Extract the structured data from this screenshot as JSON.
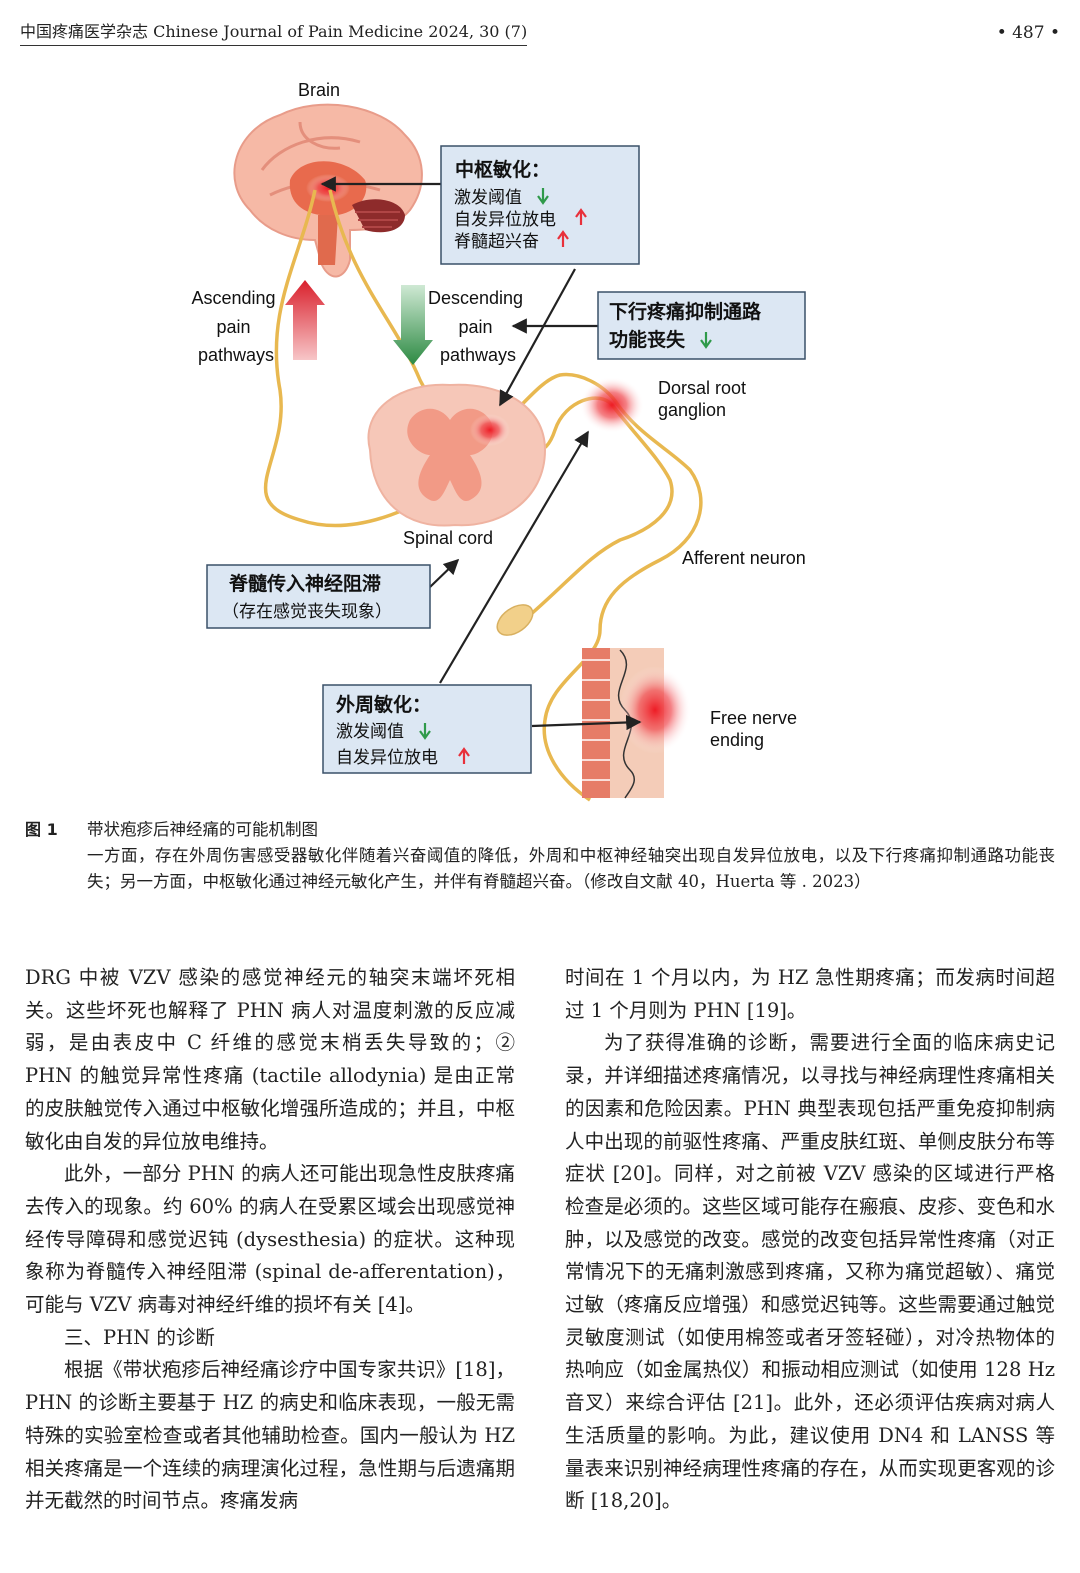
{
  "header": {
    "journal": "中国疼痛医学杂志 Chinese Journal of Pain Medicine 2024, 30 (7)",
    "page_number": "• 487 •"
  },
  "figure": {
    "labels": {
      "brain": "Brain",
      "ascending": [
        "Ascending",
        "pain",
        "pathways"
      ],
      "descending": [
        "Descending",
        "pain",
        "pathways"
      ],
      "dorsal_root": [
        "Dorsal root",
        "ganglion"
      ],
      "spinal_cord": "Spinal cord",
      "afferent": "Afferent neuron",
      "free_nerve": [
        "Free nerve",
        "ending"
      ]
    },
    "boxes": {
      "central": {
        "title": "中枢敏化：",
        "lines": [
          {
            "text": "激发阈值",
            "arrow": "down"
          },
          {
            "text": "自发异位放电",
            "arrow": "up"
          },
          {
            "text": "脊髓超兴奋",
            "arrow": "up"
          }
        ]
      },
      "descending": {
        "lines": [
          {
            "text": "下行疼痛抑制通路",
            "arrow": ""
          },
          {
            "text": "功能丧失",
            "arrow": "down"
          }
        ]
      },
      "spinal": {
        "title": "脊髓传入神经阻滞",
        "sub": "（存在感觉丧失现象）"
      },
      "peripheral": {
        "title": "外周敏化：",
        "lines": [
          {
            "text": "激发阈值",
            "arrow": "down"
          },
          {
            "text": "自发异位放电",
            "arrow": "up"
          }
        ]
      }
    },
    "colors": {
      "box_fill": "#dce7f3",
      "box_border": "#3a5068",
      "up_arrow": "#e8303a",
      "down_arrow": "#2f9a4a",
      "nerve": "#e8b850"
    }
  },
  "caption": {
    "label": "图 1",
    "title": "带状疱疹后神经痛的可能机制图",
    "body": "一方面，存在外周伤害感受器敏化伴随着兴奋阈值的降低，外周和中枢神经轴突出现自发异位放电，以及下行疼痛抑制通路功能丧失；另一方面，中枢敏化通过神经元敏化产生，并伴有脊髓超兴奋。（修改自文献 40，Huerta 等 . 2023）"
  },
  "left_column": [
    {
      "text": "DRG 中被 VZV 感染的感觉神经元的轴突末端坏死相关。这些坏死也解释了 PHN 病人对温度刺激的反应减弱，是由表皮中 C 纤维的感觉末梢丢失导致的；② PHN 的触觉异常性疼痛 (tactile allodynia) 是由正常的皮肤触觉传入通过中枢敏化增强所造成的；并且，中枢敏化由自发的异位放电维持。",
      "indent": false
    },
    {
      "text": "此外，一部分 PHN 的病人还可能出现急性皮肤疼痛去传入的现象。约 60% 的病人在受累区域会出现感觉神经传导障碍和感觉迟钝 (dysesthesia) 的症状。这种现象称为脊髓传入神经阻滞 (spinal de-afferentation)，可能与 VZV 病毒对神经纤维的损坏有关 [4]。",
      "indent": true
    },
    {
      "text": "三、PHN 的诊断",
      "indent": true
    },
    {
      "text": "根据《带状疱疹后神经痛诊疗中国专家共识》[18]，PHN 的诊断主要基于 HZ 的病史和临床表现，一般无需特殊的实验室检查或者其他辅助检查。国内一般认为 HZ 相关疼痛是一个连续的病理演化过程，急性期与后遗痛期并无截然的时间节点。疼痛发病",
      "indent": true
    }
  ],
  "right_column": [
    {
      "text": "时间在 1 个月以内，为 HZ 急性期疼痛；而发病时间超过 1 个月则为 PHN [19]。",
      "indent": false
    },
    {
      "text": "为了获得准确的诊断，需要进行全面的临床病史记录，并详细描述疼痛情况，以寻找与神经病理性疼痛相关的因素和危险因素。PHN 典型表现包括严重免疫抑制病人中出现的前驱性疼痛、严重皮肤红斑、单侧皮肤分布等症状 [20]。同样，对之前被 VZV 感染的区域进行严格检查是必须的。这些区域可能存在瘢痕、皮疹、变色和水肿，以及感觉的改变。感觉的改变包括异常性疼痛（对正常情况下的无痛刺激感到疼痛，又称为痛觉超敏）、痛觉过敏（疼痛反应增强）和感觉迟钝等。这些需要通过触觉灵敏度测试（如使用棉签或者牙签轻碰），对冷热物体的热响应（如金属热仪）和振动相应测试（如使用 128 Hz 音叉）来综合评估 [21]。此外，还必须评估疾病对病人生活质量的影响。为此，建议使用 DN4 和 LANSS 等量表来识别神经病理性疼痛的存在，从而实现更客观的诊断 [18,20]。",
      "indent": true
    }
  ]
}
